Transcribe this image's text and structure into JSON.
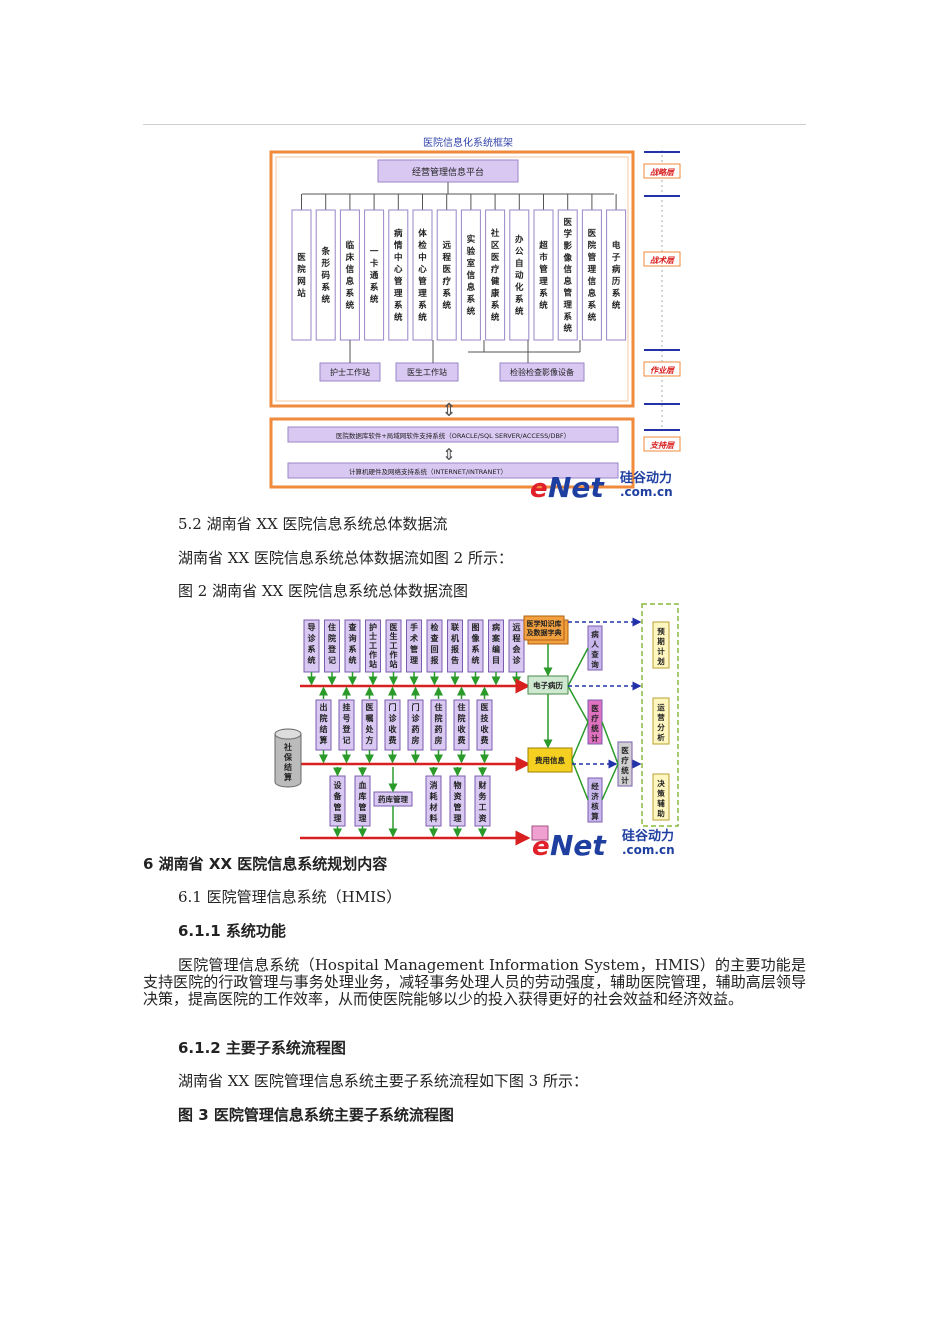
{
  "figure1": {
    "title": "医院信息化系统框架",
    "platform": "经营管理信息平台",
    "systems": [
      "医院网站",
      "条形码系统",
      "临床信息系统",
      "一卡通系统",
      "病情中心管理系统",
      "体检中心管理系统",
      "远程医疗系统",
      "实验室信息系统",
      "社区医疗健康系统",
      "办公自动化系统",
      "超市管理系统",
      "医学影像信息管理系统",
      "医院管理信息系统",
      "电子病历系统"
    ],
    "workstations": [
      "护士工作站",
      "医生工作站",
      "检验检查影像设备"
    ],
    "base1": "医院数据库软件+局域网软件支持系统（ORACLE/SQL SERVER/ACCESS/DBF）",
    "base2": "计算机硬件及网络支持系统（INTERNET/INTRANET）",
    "layers": [
      "战略层",
      "战术层",
      "作业层",
      "支持层"
    ],
    "logo": {
      "e": "e",
      "net": "Net",
      "cn": "硅谷动力",
      "domain": ".com.cn"
    }
  },
  "figure2": {
    "top_row": [
      "导诊系统",
      "住院登记",
      "查询系统",
      "护士工作站",
      "医生工作站",
      "手术管理",
      "检查回报",
      "联机报告",
      "图像系统",
      "病案编目",
      "远程会诊"
    ],
    "mid_row": [
      "出院结算",
      "挂号登记",
      "医嘱处方",
      "门诊收费",
      "门诊药房",
      "住院药房",
      "住院收费",
      "医技收费"
    ],
    "bottom_row": [
      "设备管理",
      "血库管理",
      "药库管理",
      "消耗材料",
      "物资管理",
      "财务工资"
    ],
    "left_db": "社保结算",
    "center_boxes": [
      "医学知识库及数据字典",
      "电子病历",
      "费用信息"
    ],
    "stat_boxes": [
      "病人查询",
      "医疗统计",
      "经济核算",
      "医疗统计"
    ],
    "right_boxes": [
      "预期计划",
      "运营分析",
      "决策辅助"
    ],
    "logo": {
      "e": "e",
      "net": "Net",
      "cn": "硅谷动力",
      "domain": ".com.cn"
    }
  },
  "text": {
    "s52": "5.2  湖南省 XX 医院信息系统总体数据流",
    "s52_desc": "湖南省 XX 医院信息系统总体数据流如图 2 所示：",
    "fig2_caption": "图 2  湖南省 XX 医院信息系统总体数据流图",
    "h6": "6  湖南省 XX 医院信息系统规划内容",
    "s61": "6.1  医院管理信息系统（HMIS）",
    "s611": "6.1.1  系统功能",
    "s611_body": "医院管理信息系统（Hospital Management Information System，HMIS）的主要功能是支持医院的行政管理与事务处理业务，减轻事务处理人员的劳动强度，辅助医院管理，辅助高层领导决策，提高医院的工作效率，从而使医院能够以少的投入获得更好的社会效益和经济效益。",
    "s612": "6.1.2  主要子系统流程图",
    "s612_desc": "湖南省 XX 医院管理信息系统主要子系统流程如下图 3 所示：",
    "fig3_caption": "图 3  医院管理信息系统主要子系统流程图"
  },
  "colors": {
    "orange": "#f08a3c",
    "purple_box": "#d8c8f2",
    "purple_dark": "#7b5cb0",
    "blue_bar": "#2233aa",
    "red_arrow": "#d92020",
    "green_arrow": "#2a9a2a",
    "logo_red": "#e0202a",
    "logo_blue": "#1f3fa0"
  }
}
